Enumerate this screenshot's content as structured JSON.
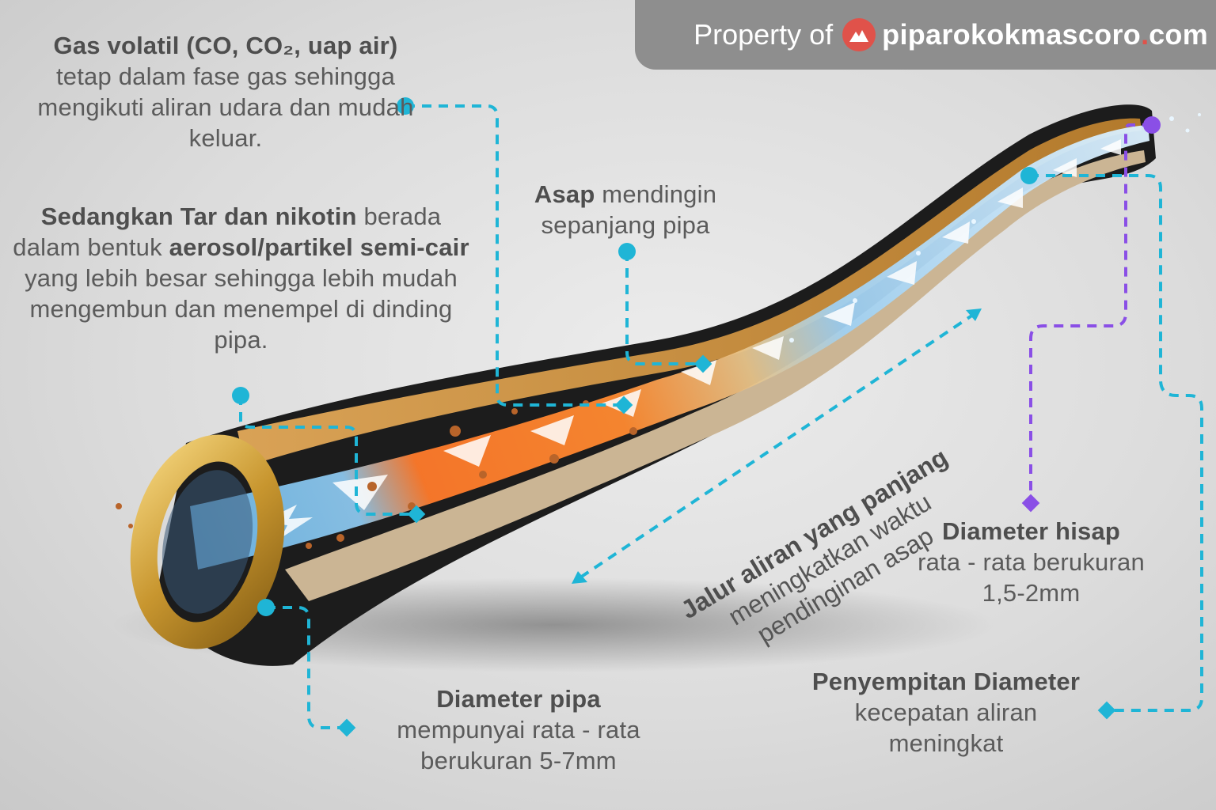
{
  "watermark": {
    "prefix": "Property of",
    "site": "piparokokmascoro",
    "dot": ".",
    "tld": "com",
    "logo_icon": "mountain-logo-icon",
    "brand_color": "#e0524a"
  },
  "labels": {
    "gas": {
      "bold": "Gas volatil (CO, CO₂, uap air)",
      "rest": "tetap dalam fase gas sehingga mengikuti aliran udara dan mudah keluar."
    },
    "tar": {
      "bold1": "Sedangkan Tar dan nikotin",
      "mid": "berada dalam bentuk",
      "bold2": "aerosol/partikel semi-cair",
      "rest": "yang lebih besar sehingga lebih mudah mengembun dan menempel di dinding pipa."
    },
    "asap": {
      "bold": "Asap",
      "rest": "mendingin sepanjang pipa"
    },
    "jalur": {
      "bold": "Jalur aliran yang panjang",
      "rest": "meningkatkan waktu pendinginan asap"
    },
    "diameter_hisap": {
      "bold": "Diameter hisap",
      "rest": "rata - rata berukuran 1,5-2mm"
    },
    "diameter_pipa": {
      "bold": "Diameter pipa",
      "rest": "mempunyai rata - rata berukuran 5-7mm"
    },
    "penyempitan": {
      "bold": "Penyempitan Diameter",
      "rest": "kecepatan aliran meningkat"
    }
  },
  "colors": {
    "leader_cyan": "#1fb5d6",
    "leader_purple": "#8a4fe6",
    "pipe_outer": "#1b1b1b",
    "brass": "#c89a3a",
    "hot_flow": "#ff6a22",
    "cool_flow": "#7fc7ef"
  }
}
